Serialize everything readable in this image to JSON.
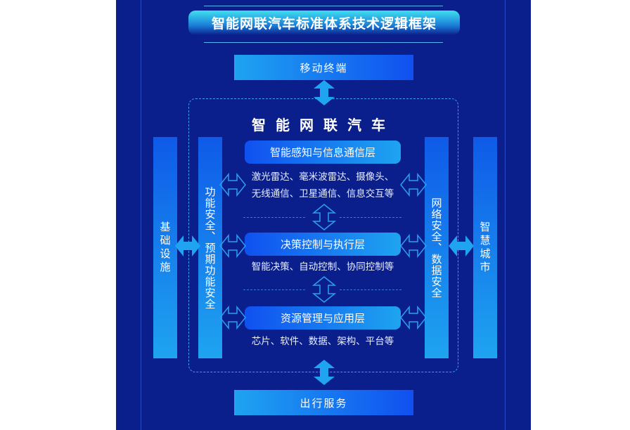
{
  "title": "智能网联汽车标准体系技术逻辑框架",
  "top_box": "移动终端",
  "bottom_box": "出行服务",
  "center_title": "智能网联汽车",
  "left_outer": "基础设施",
  "left_inner": "功能安全、预期功能安全",
  "right_inner": "网络安全、数据安全",
  "right_outer": "智慧城市",
  "layers": [
    {
      "name": "智能感知与信息通信层",
      "desc": [
        "激光雷达、毫米波雷达、摄像头、",
        "无线通信、卫星通信、信息交互等"
      ]
    },
    {
      "name": "决策控制与执行层",
      "desc": [
        "智能决策、自动控制、协同控制等"
      ]
    },
    {
      "name": "资源管理与应用层",
      "desc": [
        "芯片、软件、数据、架构、平台等"
      ]
    }
  ],
  "colors": {
    "panel": "#0b1f8c",
    "box_light": "#1ea4f0",
    "box_dark": "#1050f0"
  }
}
